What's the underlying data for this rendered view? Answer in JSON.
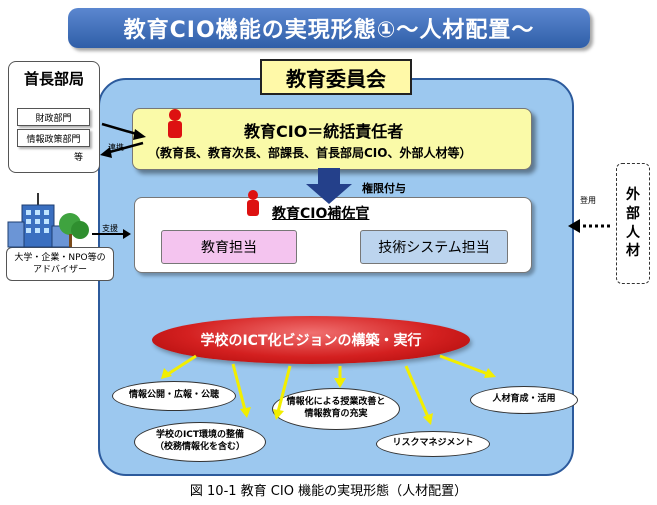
{
  "title": "教育CIO機能の実現形態①～人材配置～",
  "board": {
    "label": "教育委員会"
  },
  "cio": {
    "title": "教育CIO＝統括責任者",
    "members": "（教育長、教育次長、部課長、首長部局CIO、外部人材等）"
  },
  "authority_label": "権限付与",
  "deputy": {
    "title": "教育CIO補佐官",
    "roles": [
      "教育担当",
      "技術システム担当"
    ]
  },
  "vision": "学校のICT化ビジョンの構築・実行",
  "outcomes": {
    "info_disclosure": "情報公開・広報・公聴",
    "ict_env": [
      "学校のICT環境の整備",
      "（校務情報化を含む）"
    ],
    "class_improvement": [
      "情報化による授業改善と",
      "情報教育の充実"
    ],
    "risk": "リスクマネジメント",
    "talent": "人材育成・活用"
  },
  "mayor": {
    "title": "首長部局",
    "departments": [
      "財政部門",
      "情報政策部門"
    ],
    "etc": "等",
    "link_label": "連携"
  },
  "advisors": {
    "lines": [
      "大学・企業・NPO等の",
      "アドバイザー"
    ],
    "support_label": "支援"
  },
  "external": {
    "chars": [
      "外",
      "部",
      "人",
      "材"
    ],
    "appoint_label": "登用"
  },
  "caption": "図 10-1 教育 CIO 機能の実現形態（人材配置）",
  "colors": {
    "title_bar": "#3a6bb8",
    "board": "#9cc8ef",
    "board_label": "#fff9a8",
    "cio_box": "#fafaa8",
    "edu_role": "#f4c4ef",
    "tech_role": "#bcd4ee",
    "vision": "#d42020",
    "person_icon": "#dd1111",
    "arrow_yellow": "#f2ee00",
    "authority_arrow": "#24408a"
  }
}
